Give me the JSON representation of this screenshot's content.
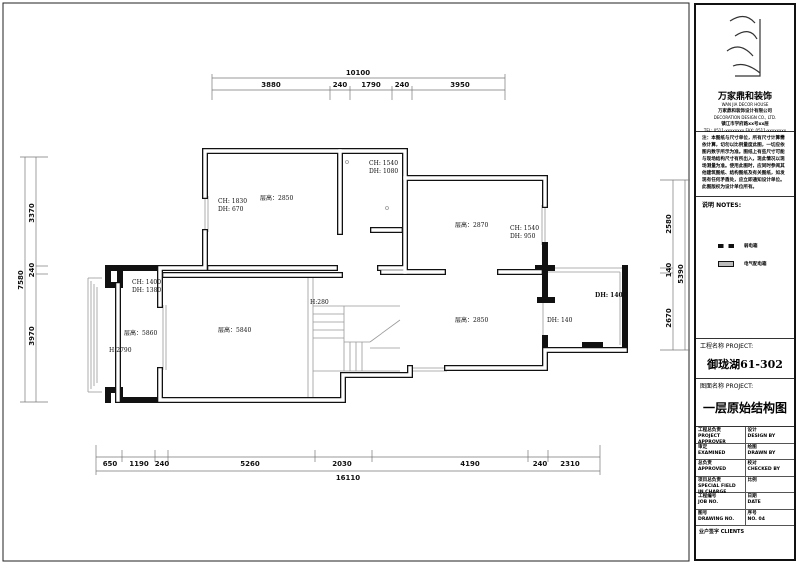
{
  "dimensions": {
    "top_total": "10100",
    "top": [
      "3880",
      "240",
      "1790",
      "240",
      "3950"
    ],
    "bottom_total": "16110",
    "bottom": [
      "650",
      "1190",
      "240",
      "5260",
      "2030",
      "4190",
      "240",
      "2310"
    ],
    "left_total": "7580",
    "left": [
      "3370",
      "240",
      "3970"
    ],
    "right_total": "5390",
    "right": [
      "2580",
      "140",
      "2670"
    ]
  },
  "rooms": [
    {
      "label": "层高：2850"
    },
    {
      "label": "CH: 1830"
    },
    {
      "label": "DH: 670"
    },
    {
      "label": "CH: 1540"
    },
    {
      "label": "DH: 1080"
    },
    {
      "label": "CH: 1400"
    },
    {
      "label": "DH: 1380"
    },
    {
      "label": "层高：5860"
    },
    {
      "label": "H:2790"
    },
    {
      "label": "层高：5840"
    },
    {
      "label": "H:280"
    },
    {
      "label": "层高：2870"
    },
    {
      "label": "CH: 1540"
    },
    {
      "label": "DH: 950"
    },
    {
      "label": "层高：2850"
    },
    {
      "label": "DH: 140"
    },
    {
      "label": "DH: 1400"
    }
  ],
  "title_block": {
    "logo_brand": "万家鼎和装饰",
    "logo_sub": "WAN JIA DECOR HOUSE",
    "company": "万家鼎和装饰设计有限公司",
    "company_en": "DECORATION DESIGN CO., LTD.",
    "address": "镇江市学府路xx号xx层",
    "phone": "TEL: 0511-xxxxxxxx   FAX: 0511-xxxxxxxx",
    "notes_text": "注：本图纸与尺寸单位，所有尺寸计算需依计算，切勿以比例量度此图，一切应依图内数字所示为准。图纸上有些尺寸可能与现场结构尺寸有所出入，现此情况以现场测量为准。使用此图时，应同时参阅其他建筑图纸、结构图纸及有关图纸，如发现有任何矛盾处，应立即通知设计单位。此图版权为设计单位所有。",
    "notes_heading": "说明  NOTES:",
    "legend": [
      "弱电箱",
      "电气配电箱"
    ],
    "project_label": "工程名称 PROJECT:",
    "project_value": "御珑湖61-302",
    "drawing_label": "图面名称 PROJECT:",
    "drawing_value": "一层原始结构图",
    "rows": [
      [
        "工程总负责",
        "PROJECT APPROVER",
        "设计",
        "DESIGN BY"
      ],
      [
        "审定",
        "EXAMINED",
        "绘图",
        "DRAWN BY"
      ],
      [
        "总负责",
        "APPROVED",
        "校对",
        "CHECKED BY"
      ],
      [
        "项目总负责",
        "SPECIAL FIELD IN CHARGE",
        "比例",
        ""
      ],
      [
        "工程编号",
        "JOB NO.",
        "日期",
        "DATE"
      ],
      [
        "图号",
        "DRAWING NO.",
        "序号",
        "NO.  04"
      ]
    ],
    "clients": "业户签字 CLIENTS"
  }
}
